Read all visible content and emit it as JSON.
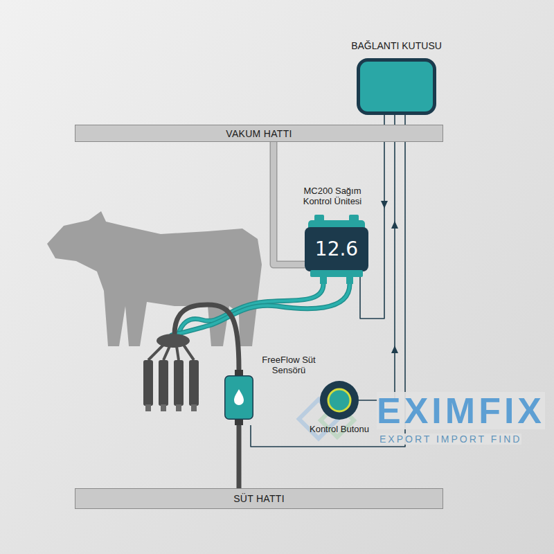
{
  "diagram": {
    "nodes": [
      {
        "text": [
          "BAĞLANTI KUTUSU"
        ]
      },
      {
        "text": [
          "VAKUM HATTI"
        ]
      },
      {
        "text": [
          "MC200 Sağım Kontrol Ünitesi",
          "12.6"
        ]
      },
      {
        "text": [
          "FreeFlow Süt Sensörü"
        ]
      },
      {
        "text": [
          "Kontrol Butonu"
        ]
      },
      {
        "text": [
          "SÜT HATTI"
        ]
      }
    ],
    "edges": [
      {
        "from": 1,
        "to": 2,
        "arrow": "none"
      },
      {
        "from": 0,
        "to": 2,
        "arrow": "to"
      },
      {
        "from": 4,
        "to": 0,
        "arrow": "to"
      },
      {
        "from": 3,
        "to": 0,
        "arrow": "none"
      },
      {
        "from": 3,
        "to": 5,
        "arrow": "none"
      }
    ],
    "labels": [
      "EXIMFIX",
      "EXPORT IMPORT FIND"
    ]
  }
}
